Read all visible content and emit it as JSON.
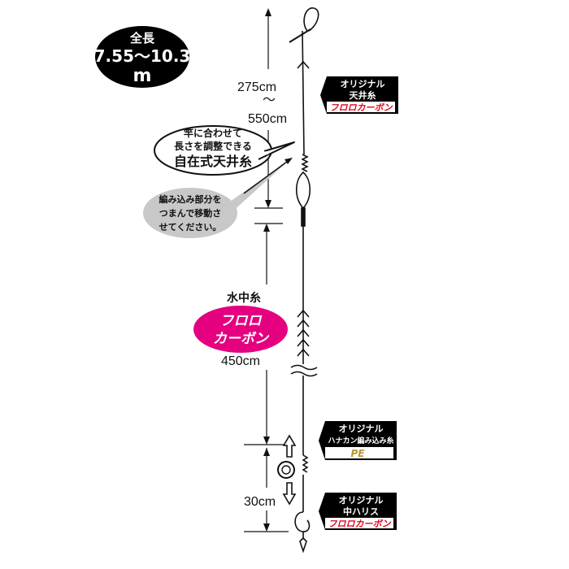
{
  "total_length": {
    "label": "全長",
    "range": "7.55〜10.3",
    "unit": "m"
  },
  "tenjo": {
    "length_min": "275cm",
    "tilde": "〜",
    "length_max": "550cm",
    "tag": {
      "line1": "オリジナル",
      "line2": "天井糸",
      "material": "フロロカーボン"
    },
    "bubble": {
      "line1": "竿に合わせて",
      "line2": "長さを調整できる",
      "line3": "自在式天井糸"
    },
    "note": {
      "line1": "編み込み部分を",
      "line2": "つまんで移動さ",
      "line3": "せてください。"
    }
  },
  "suichu": {
    "label": "水中糸",
    "material_line1": "フロロ",
    "material_line2": "カーボン",
    "length": "450cm"
  },
  "hanakan": {
    "tag": {
      "line1": "オリジナル",
      "line2": "ハナカン編み込み糸",
      "material": "PE"
    }
  },
  "nakahari": {
    "length": "30cm",
    "tag": {
      "line1": "オリジナル",
      "line2": "中ハリス",
      "material": "フロロカーボン"
    }
  },
  "colors": {
    "line": "#111111",
    "badge": "#000000",
    "accent_red": "#e3001b",
    "accent_pink": "#e4007f",
    "note_gray": "#c8c8c8",
    "pe_gold": "#b8962e"
  }
}
